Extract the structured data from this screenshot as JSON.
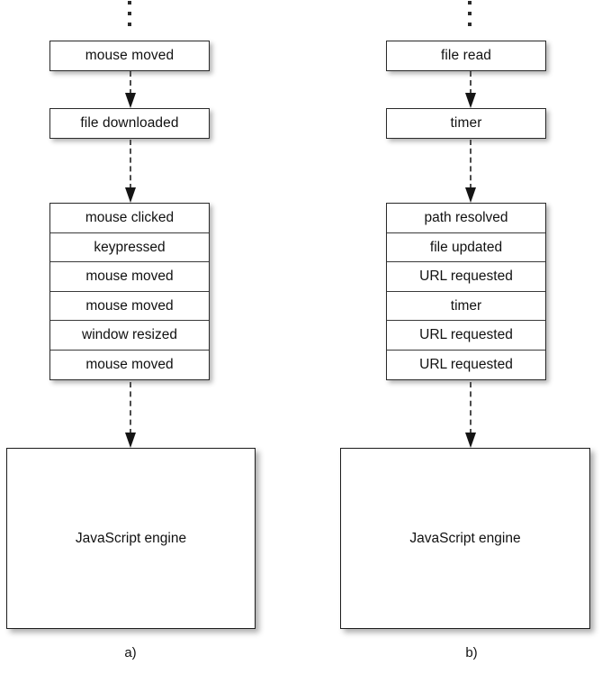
{
  "figure": {
    "type": "event-queue-diagram",
    "panels": [
      {
        "caption": "a)",
        "ellipsis": "vertical-ellipsis",
        "incoming_events": [
          {
            "label": "mouse moved"
          },
          {
            "label": "file downloaded"
          }
        ],
        "queue": {
          "name": "event-queue",
          "rows": [
            {
              "label": "mouse clicked"
            },
            {
              "label": "keypressed"
            },
            {
              "label": "mouse moved"
            },
            {
              "label": "mouse moved"
            },
            {
              "label": "window resized"
            },
            {
              "label": "mouse moved"
            }
          ]
        },
        "engine": {
          "label": "JavaScript engine"
        }
      },
      {
        "caption": "b)",
        "ellipsis": "vertical-ellipsis",
        "incoming_events": [
          {
            "label": "file read"
          },
          {
            "label": "timer"
          }
        ],
        "queue": {
          "name": "event-queue",
          "rows": [
            {
              "label": "path resolved"
            },
            {
              "label": "file updated"
            },
            {
              "label": "URL requested"
            },
            {
              "label": "timer"
            },
            {
              "label": "URL requested"
            },
            {
              "label": "URL requested"
            }
          ]
        },
        "engine": {
          "label": "JavaScript engine"
        }
      }
    ],
    "colors": {
      "background": "#ffffff",
      "box_border": "#2a2a2a",
      "box_fill": "#ffffff",
      "text": "#111111",
      "arrow_dash": "#4d4d4d",
      "arrow_head": "#151515"
    }
  }
}
